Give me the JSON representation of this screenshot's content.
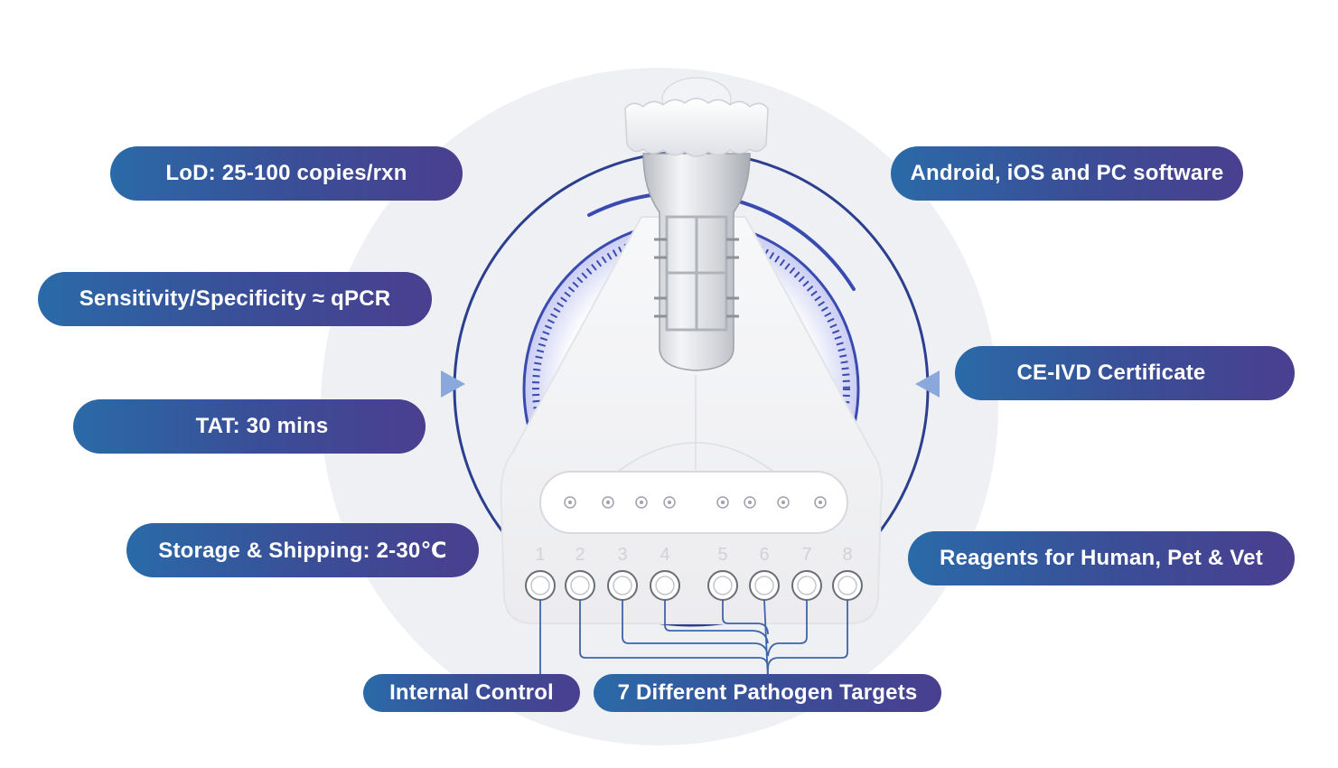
{
  "features_left": [
    {
      "label": "LoD: 25-100 copies/rxn"
    },
    {
      "label": "Sensitivity/Specificity ≈ qPCR"
    },
    {
      "label": "TAT: 30 mins"
    },
    {
      "label": "Storage & Shipping: 2-30℃"
    }
  ],
  "features_right": [
    {
      "label": "Android, iOS and PC software"
    },
    {
      "label": "CE-IVD Certificate"
    },
    {
      "label": "Reagents for Human, Pet & Vet"
    }
  ],
  "chamber_numbers": [
    "1",
    "2",
    "3",
    "4",
    "5",
    "6",
    "7",
    "8"
  ],
  "bottom_labels": {
    "internal_control": "Internal Control",
    "pathogen_targets": "7 Different Pathogen Targets"
  },
  "colors": {
    "pill_start": "#2a6aa8",
    "pill_end": "#4a3f8f",
    "ring": "#2c3f8f",
    "background_circle": "#eef0f3"
  }
}
